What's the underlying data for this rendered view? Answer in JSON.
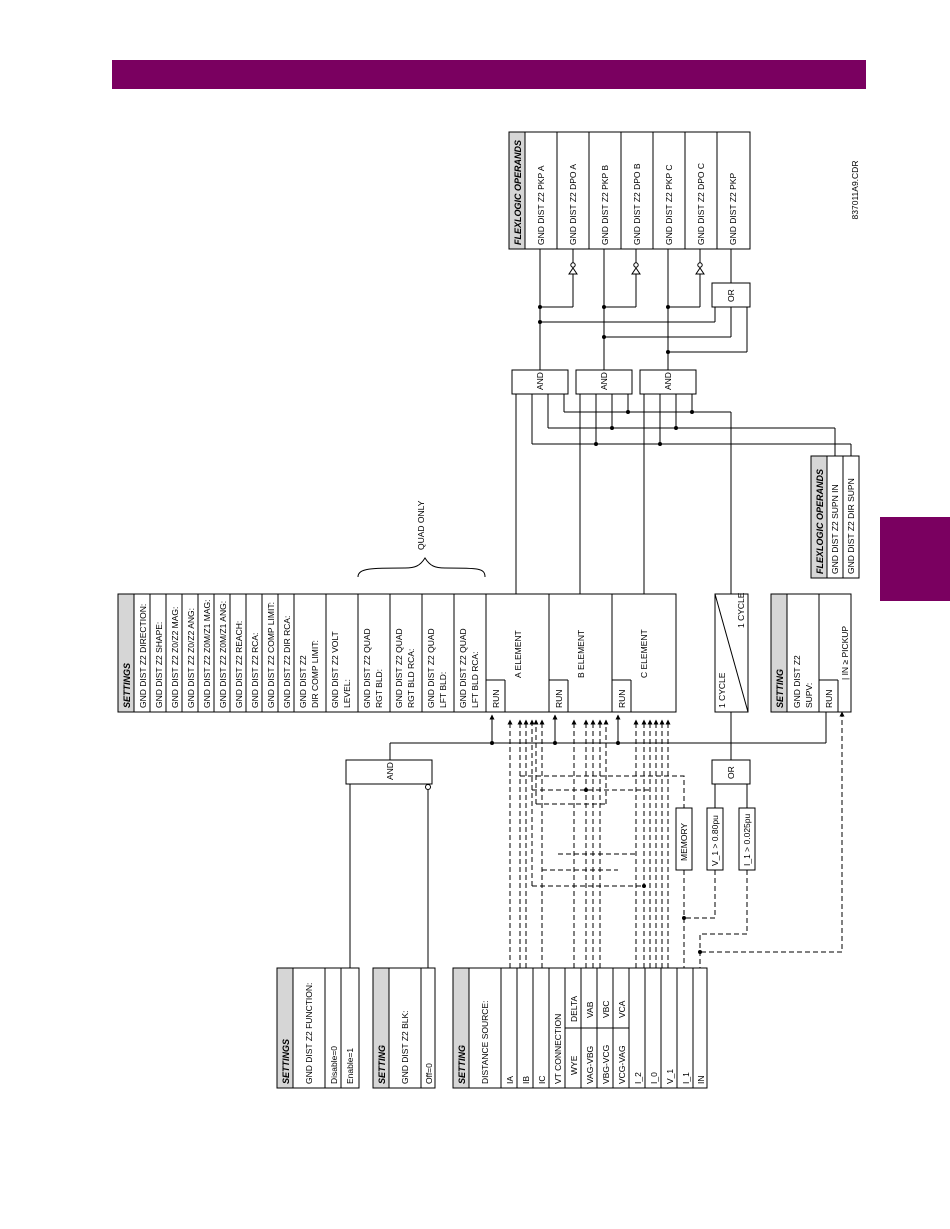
{
  "colors": {
    "accent": "#7a0060"
  },
  "drawing_id": "837011A9.CDR",
  "quad_only_label": "QUAD ONLY",
  "settings_top": {
    "header": "SETTINGS",
    "rows": [
      "GND DIST Z2 DIRECTION:",
      "GND DIST Z2 SHAPE:",
      "GND DIST Z2 Z0/Z2 MAG:",
      "GND DIST Z2 Z0/Z2 ANG:",
      "GND DIST Z2 Z0M/Z1 MAG:",
      "GND DIST Z2 Z0M/Z1 ANG:",
      "GND DIST Z2 REACH:",
      "GND DIST Z2 RCA:",
      "GND DIST Z2 COMP LIMIT:",
      "GND DIST Z2 DIR RCA:",
      "GND DIST Z2|DIR COMP LIMIT:",
      "GND DIST Z2 VOLT|LEVEL:",
      "GND DIST Z2 QUAD|RGT BLD:",
      "GND DIST Z2 QUAD|RGT BLD RCA:",
      "GND DIST Z2 QUAD|LFT BLD:",
      "GND DIST Z2 QUAD|LFT BLD RCA:"
    ]
  },
  "elements": [
    {
      "run": "RUN",
      "label": "A ELEMENT"
    },
    {
      "run": "RUN",
      "label": "B ELEMENT"
    },
    {
      "run": "RUN",
      "label": "C ELEMENT"
    }
  ],
  "timer": {
    "left": "1 CYCLE",
    "right": "1 CYCLE"
  },
  "supv_setting": {
    "header": "SETTING",
    "name": "GND DIST Z2|SUPV:",
    "run": "RUN",
    "cond": "| IN ≥ PICKUP"
  },
  "flexlogic_supn": {
    "header": "FLEXLOGIC OPERANDS",
    "rows": [
      "GND DIST Z2 SUPN IN",
      "GND DIST Z2 DIR SUPN"
    ]
  },
  "flexlogic_out": {
    "header": "FLEXLOGIC OPERANDS",
    "rows": [
      "GND DIST Z2 PKP A",
      "GND DIST Z2 DPO A",
      "GND DIST Z2 PKP B",
      "GND DIST Z2 DPO B",
      "GND DIST Z2 PKP C",
      "GND DIST Z2 DPO C",
      "GND DIST Z2 PKP"
    ]
  },
  "gates": {
    "and": "AND",
    "or": "OR"
  },
  "function_setting": {
    "header": "SETTINGS",
    "name": "GND DIST Z2 FUNCTION:",
    "options": [
      "Disable=0",
      "Enable=1"
    ]
  },
  "blk_setting": {
    "header": "SETTING",
    "name": "GND DIST Z2 BLK:",
    "options": [
      "Off=0"
    ]
  },
  "source_setting": {
    "header": "SETTING",
    "name": "DISTANCE SOURCE:",
    "rows_top": [
      "IA",
      "IB",
      "IC"
    ],
    "vt_title": "VT CONNECTION",
    "vt_cols": [
      "WYE",
      "DELTA"
    ],
    "vt_rows": [
      [
        "VAG-VBG",
        "VAB"
      ],
      [
        "VBG-VCG",
        "VBC"
      ],
      [
        "VCG-VAG",
        "VCA"
      ]
    ],
    "rows_bottom": [
      "I_2",
      "I_0",
      "V_1",
      "I_1",
      "IN"
    ]
  },
  "memory_label": "MEMORY",
  "v1_cond": "V_1 > 0.80pu",
  "i1_cond": "I_1 > 0.025pu"
}
